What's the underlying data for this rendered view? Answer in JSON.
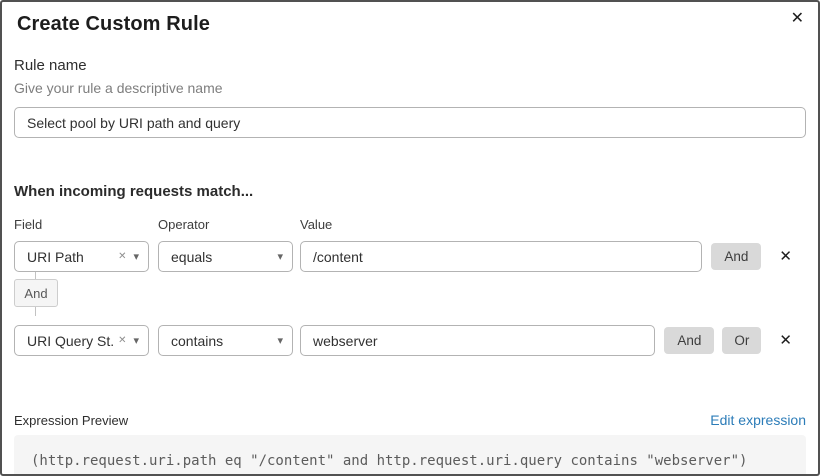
{
  "modal": {
    "title": "Create Custom Rule"
  },
  "icons": {
    "close": "✕",
    "clear": "✕",
    "caret": "▾",
    "delete": "✕"
  },
  "rule_name": {
    "label": "Rule name",
    "helper": "Give your rule a descriptive name",
    "value": "Select pool by URI path and query"
  },
  "matcher": {
    "heading": "When incoming requests match...",
    "columns": {
      "field": "Field",
      "operator": "Operator",
      "value": "Value"
    },
    "connector": "And",
    "rows": [
      {
        "field": "URI Path",
        "operator": "equals",
        "value": "/content",
        "and_label": "And"
      },
      {
        "field": "URI Query St...",
        "operator": "contains",
        "value": "webserver",
        "and_label": "And",
        "or_label": "Or"
      }
    ]
  },
  "expression": {
    "label": "Expression Preview",
    "edit_link": "Edit expression",
    "code": "(http.request.uri.path eq \"/content\" and http.request.uri.query contains \"webserver\")"
  },
  "colors": {
    "link_blue": "#2c7cb8",
    "button_gray": "#d9d9d9",
    "input_border": "#b3b3b3",
    "code_bg": "#f5f5f5"
  }
}
